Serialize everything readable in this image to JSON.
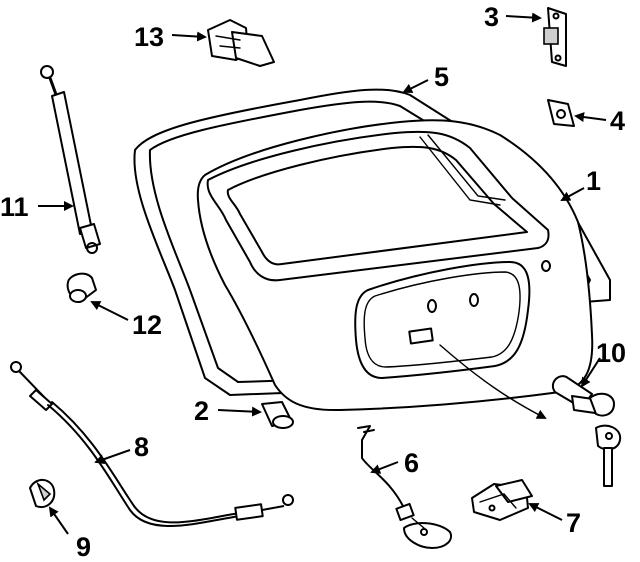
{
  "callouts": [
    {
      "id": "c1",
      "number": "1"
    },
    {
      "id": "c2",
      "number": "2"
    },
    {
      "id": "c3",
      "number": "3"
    },
    {
      "id": "c4",
      "number": "4"
    },
    {
      "id": "c5",
      "number": "5"
    },
    {
      "id": "c6",
      "number": "6"
    },
    {
      "id": "c7",
      "number": "7"
    },
    {
      "id": "c8",
      "number": "8"
    },
    {
      "id": "c9",
      "number": "9"
    },
    {
      "id": "c10",
      "number": "10"
    },
    {
      "id": "c11",
      "number": "11"
    },
    {
      "id": "c12",
      "number": "12"
    },
    {
      "id": "c13",
      "number": "13"
    }
  ]
}
